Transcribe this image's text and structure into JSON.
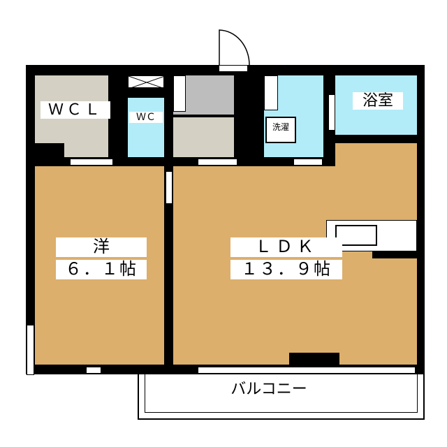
{
  "rooms": {
    "wcl": "ＷＣＬ",
    "wc": "ＷＣ",
    "bath": "浴室",
    "laundry": "洗濯",
    "western_name": "洋",
    "western_size": "６．１帖",
    "ldk_name": "ＬＤＫ",
    "ldk_size": "１３．９帖",
    "balcony": "バルコニー"
  },
  "colors": {
    "wall": "#000000",
    "floor": "#dcaf6c",
    "closet": "#d4d1c4",
    "hall": "#bdbdbd",
    "wet": "#b2ecf8"
  }
}
